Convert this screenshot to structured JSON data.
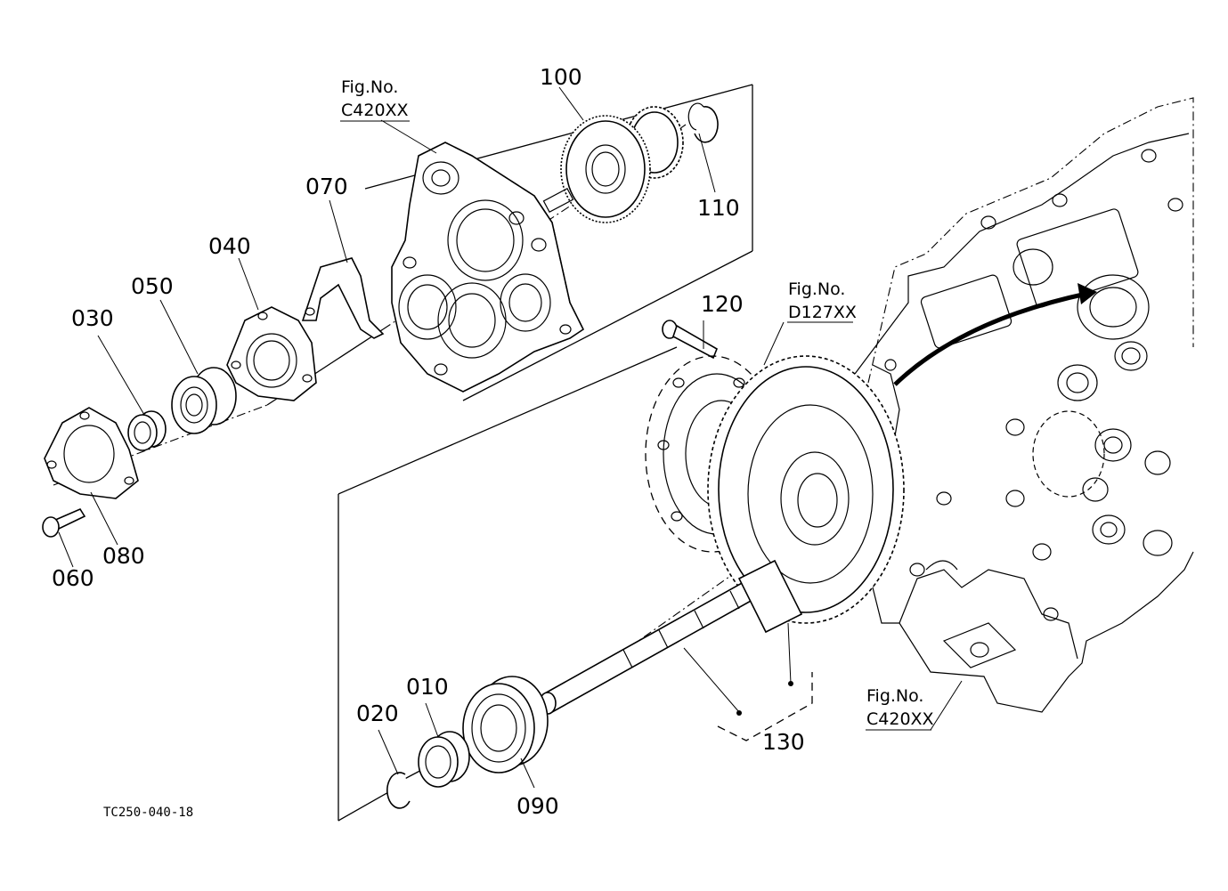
{
  "drawing": {
    "id": "TC250-040-18"
  },
  "figure_refs": {
    "upper_cover": {
      "label": "Fig.No.",
      "number": "C420XX"
    },
    "differential": {
      "label": "Fig.No.",
      "number": "D127XX"
    },
    "transmission_case": {
      "label": "Fig.No.",
      "number": "C420XX"
    }
  },
  "parts": {
    "p010": "010",
    "p020": "020",
    "p030": "030",
    "p040": "040",
    "p050": "050",
    "p060": "060",
    "p070": "070",
    "p080": "080",
    "p090": "090",
    "p100": "100",
    "p110": "110",
    "p120": "120",
    "p130": "130"
  }
}
